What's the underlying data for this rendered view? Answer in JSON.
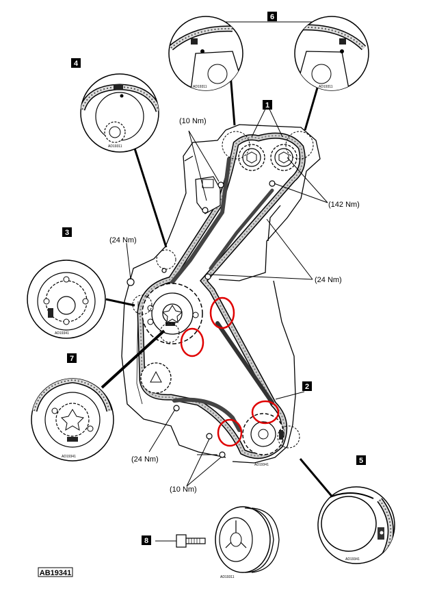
{
  "callouts": [
    "1",
    "2",
    "3",
    "4",
    "5",
    "6",
    "7",
    "8"
  ],
  "torque_labels": {
    "t10_top": "(10 Nm)",
    "t142": "(142 Nm)",
    "t24_left": "(24 Nm)",
    "t24_right": "(24 Nm)",
    "t24_bottom": "(24 Nm)",
    "t10_bottom": "(10 Nm)"
  },
  "detail_refs": {
    "d6a": "AD19311",
    "d6b": "AD19311",
    "d4": "AD19311",
    "d3": "AD19341",
    "d7": "AD19341",
    "d2": "AD19341",
    "d5": "AD19341",
    "d8": "AD19311"
  },
  "figure_ref": "AB19341",
  "colors": {
    "ink": "#000000",
    "chain_fill": "#c8c8c8",
    "highlight": "#e00000",
    "tensioner": "#555555"
  }
}
